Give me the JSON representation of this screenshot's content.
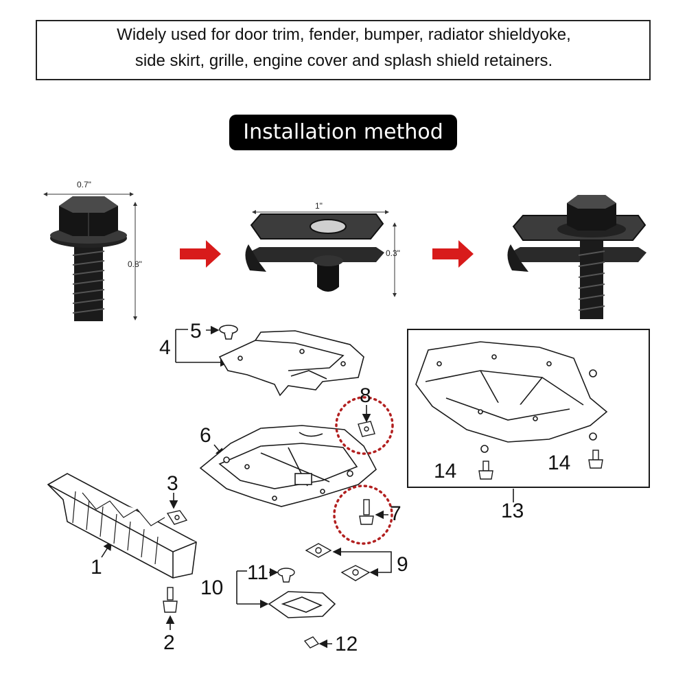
{
  "header": {
    "line1": "Widely used for door trim, fender, bumper, radiator shieldyoke,",
    "line2": "side skirt, grille, engine cover and splash shield retainers."
  },
  "section_title": "Installation method",
  "dimensions": {
    "bolt_width": "0.7\"",
    "bolt_height": "0.8\"",
    "clip_width": "1\"",
    "clip_height": "0.3\""
  },
  "colors": {
    "arrow": "#d81b1b",
    "highlight": "#b22020",
    "part_stroke": "#1a1a1a"
  },
  "callouts": {
    "c1": "1",
    "c2": "2",
    "c3": "3",
    "c4": "4",
    "c5": "5",
    "c6": "6",
    "c7": "7",
    "c8": "8",
    "c9": "9",
    "c10": "10",
    "c11": "11",
    "c12": "12",
    "c13": "13",
    "c14a": "14",
    "c14b": "14"
  }
}
